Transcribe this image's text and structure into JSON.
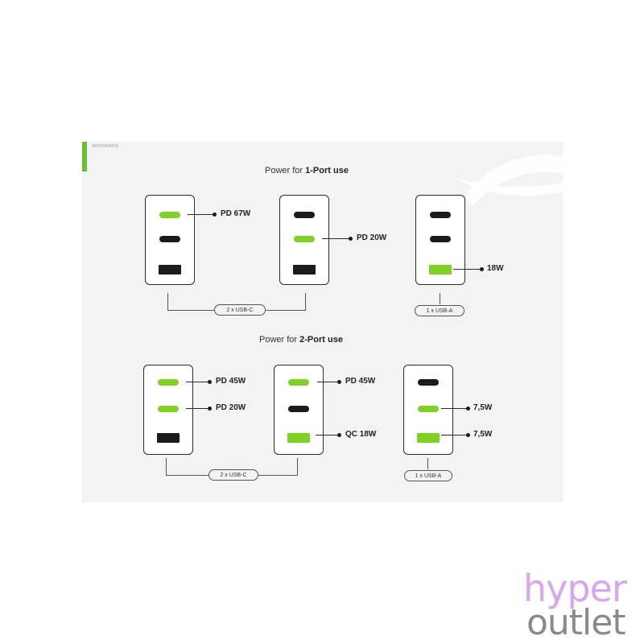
{
  "corner_label": "INFOGRAFIK",
  "sections": [
    {
      "title_prefix": "Power for ",
      "title_bold": "1-Port use",
      "chargers": [
        {
          "ports": [
            "usb-c-active",
            "usb-c",
            "usb-a"
          ],
          "labels": [
            "PD 67W"
          ]
        },
        {
          "ports": [
            "usb-c",
            "usb-c-active",
            "usb-a"
          ],
          "labels": [
            "PD 20W"
          ]
        },
        {
          "ports": [
            "usb-c",
            "usb-c",
            "usb-a-active"
          ],
          "labels": [
            "18W"
          ]
        }
      ],
      "groups": [
        "2 x USB-C",
        "1 x USB-A"
      ]
    },
    {
      "title_prefix": "Power for ",
      "title_bold": "2-Port use",
      "chargers": [
        {
          "ports": [
            "usb-c-active",
            "usb-c-active",
            "usb-a"
          ],
          "labels": [
            "PD 45W",
            "PD 20W"
          ]
        },
        {
          "ports": [
            "usb-c-active",
            "usb-c",
            "usb-a-active"
          ],
          "labels": [
            "PD 45W",
            "QC 18W"
          ]
        },
        {
          "ports": [
            "usb-c",
            "usb-c-active",
            "usb-a-active"
          ],
          "labels": [
            "7,5W",
            "7,5W"
          ]
        }
      ],
      "groups": [
        "2 x USB-C",
        "1 x USB-A"
      ]
    }
  ],
  "watermark": {
    "line1": "hyper",
    "line2": "outlet"
  },
  "colors": {
    "active_port": "#7ed321",
    "accent": "#6fbe2e",
    "inactive_port": "#1b1b1b"
  }
}
